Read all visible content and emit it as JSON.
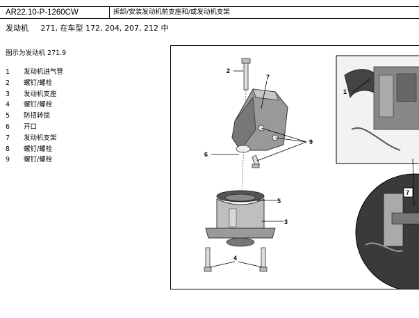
{
  "header": {
    "code": "AR22.10-P-1260CW",
    "title": "拆卸/安装发动机前支座和/或发动机支架"
  },
  "subtitle": {
    "component": "发动机",
    "applicability": "271, 在车型 172, 204, 207, 212 中"
  },
  "figure_caption": "图示为发动机 271.9",
  "legend": [
    {
      "num": "1",
      "label": "发动机进气管"
    },
    {
      "num": "2",
      "label": "螺钉/螺栓"
    },
    {
      "num": "3",
      "label": "发动机支座"
    },
    {
      "num": "4",
      "label": "螺钉/螺栓"
    },
    {
      "num": "5",
      "label": "防扭转锁"
    },
    {
      "num": "6",
      "label": "开口"
    },
    {
      "num": "7",
      "label": "发动机支架"
    },
    {
      "num": "8",
      "label": "螺钉/螺栓"
    },
    {
      "num": "9",
      "label": "螺钉/螺栓"
    }
  ],
  "callouts": {
    "c1": "1",
    "c2": "2",
    "c3": "3",
    "c4": "4",
    "c5": "5",
    "c6": "6",
    "c7": "7",
    "c9": "9",
    "c7b": "7"
  }
}
